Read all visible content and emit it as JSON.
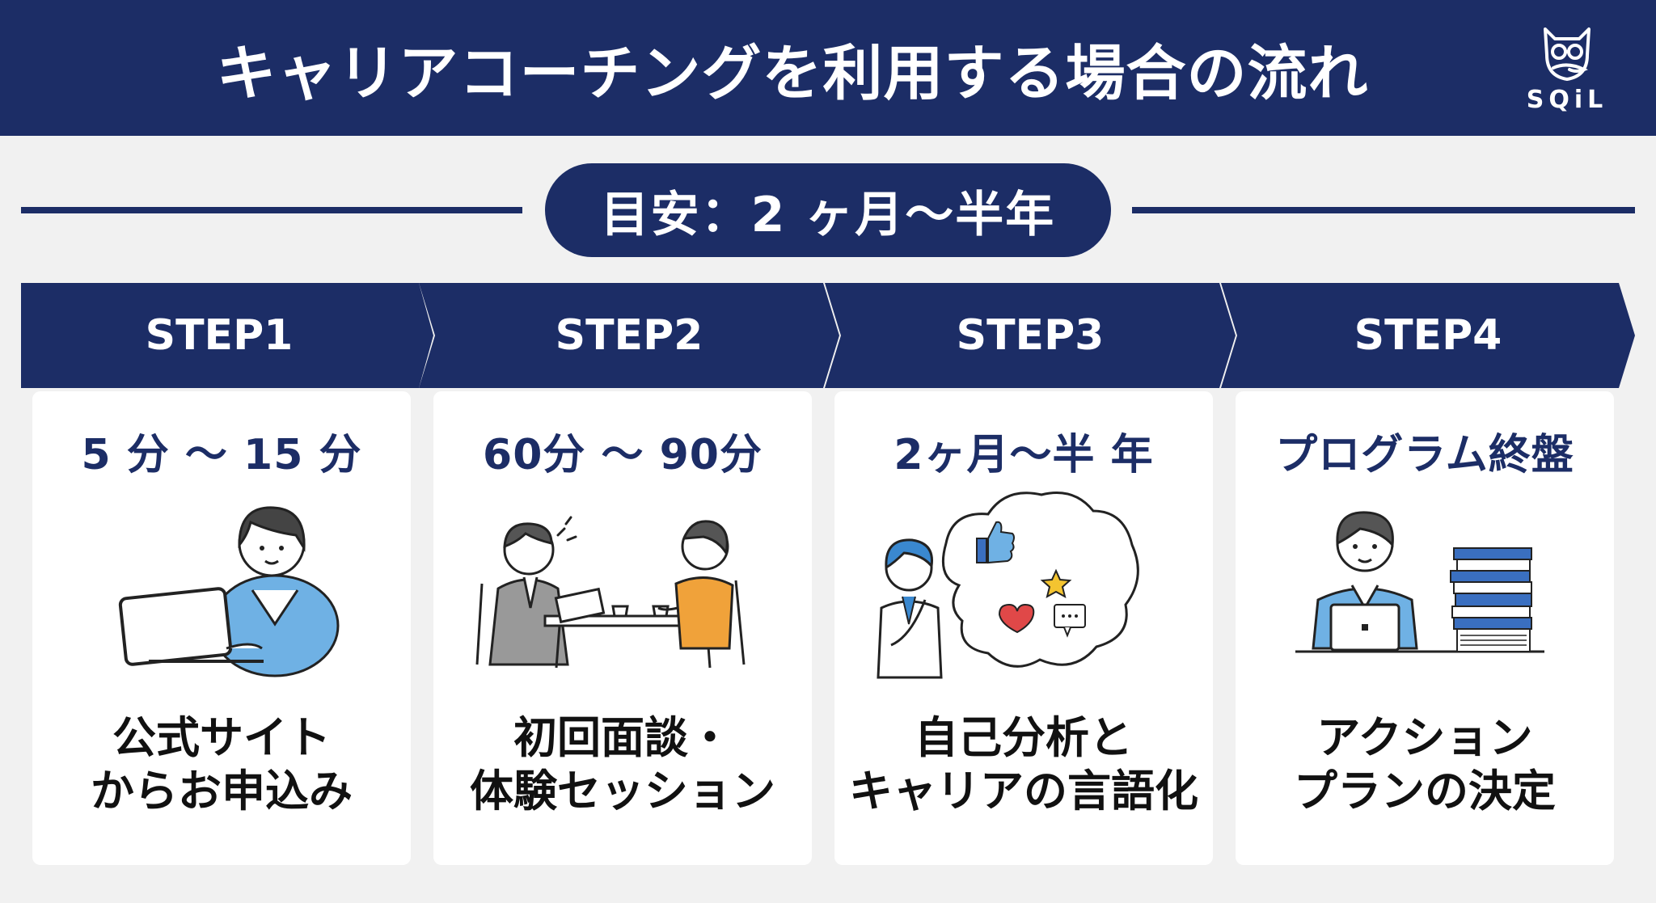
{
  "header": {
    "title": "キャリアコーチングを利用する場合の流れ",
    "logo_text": "SQiL",
    "logo_icon": "owl-icon"
  },
  "guide": {
    "label": "目安：2 ヶ月〜半年"
  },
  "colors": {
    "navy": "#1c2d66",
    "background": "#f1f1f1",
    "card": "#ffffff",
    "text_dark": "#111111",
    "accent_blue": "#6fb1e4",
    "accent_orange": "#f0a23a"
  },
  "steps": [
    {
      "label": "STEP1",
      "duration": "5 分 〜 15 分",
      "illustration": "woman-laptop-illustration",
      "desc_lines": [
        "公式サイト",
        "からお申込み"
      ]
    },
    {
      "label": "STEP2",
      "duration": "60分 〜 90分",
      "illustration": "meeting-illustration",
      "desc_lines": [
        "初回面談・",
        "体験セッション"
      ]
    },
    {
      "label": "STEP3",
      "duration": "2ヶ月〜半 年",
      "illustration": "thinking-woman-illustration",
      "desc_lines": [
        "自己分析と",
        "キャリアの言語化"
      ]
    },
    {
      "label": "STEP4",
      "duration": "プログラム終盤",
      "illustration": "woman-books-illustration",
      "desc_lines": [
        "アクション",
        "プランの決定"
      ]
    }
  ]
}
